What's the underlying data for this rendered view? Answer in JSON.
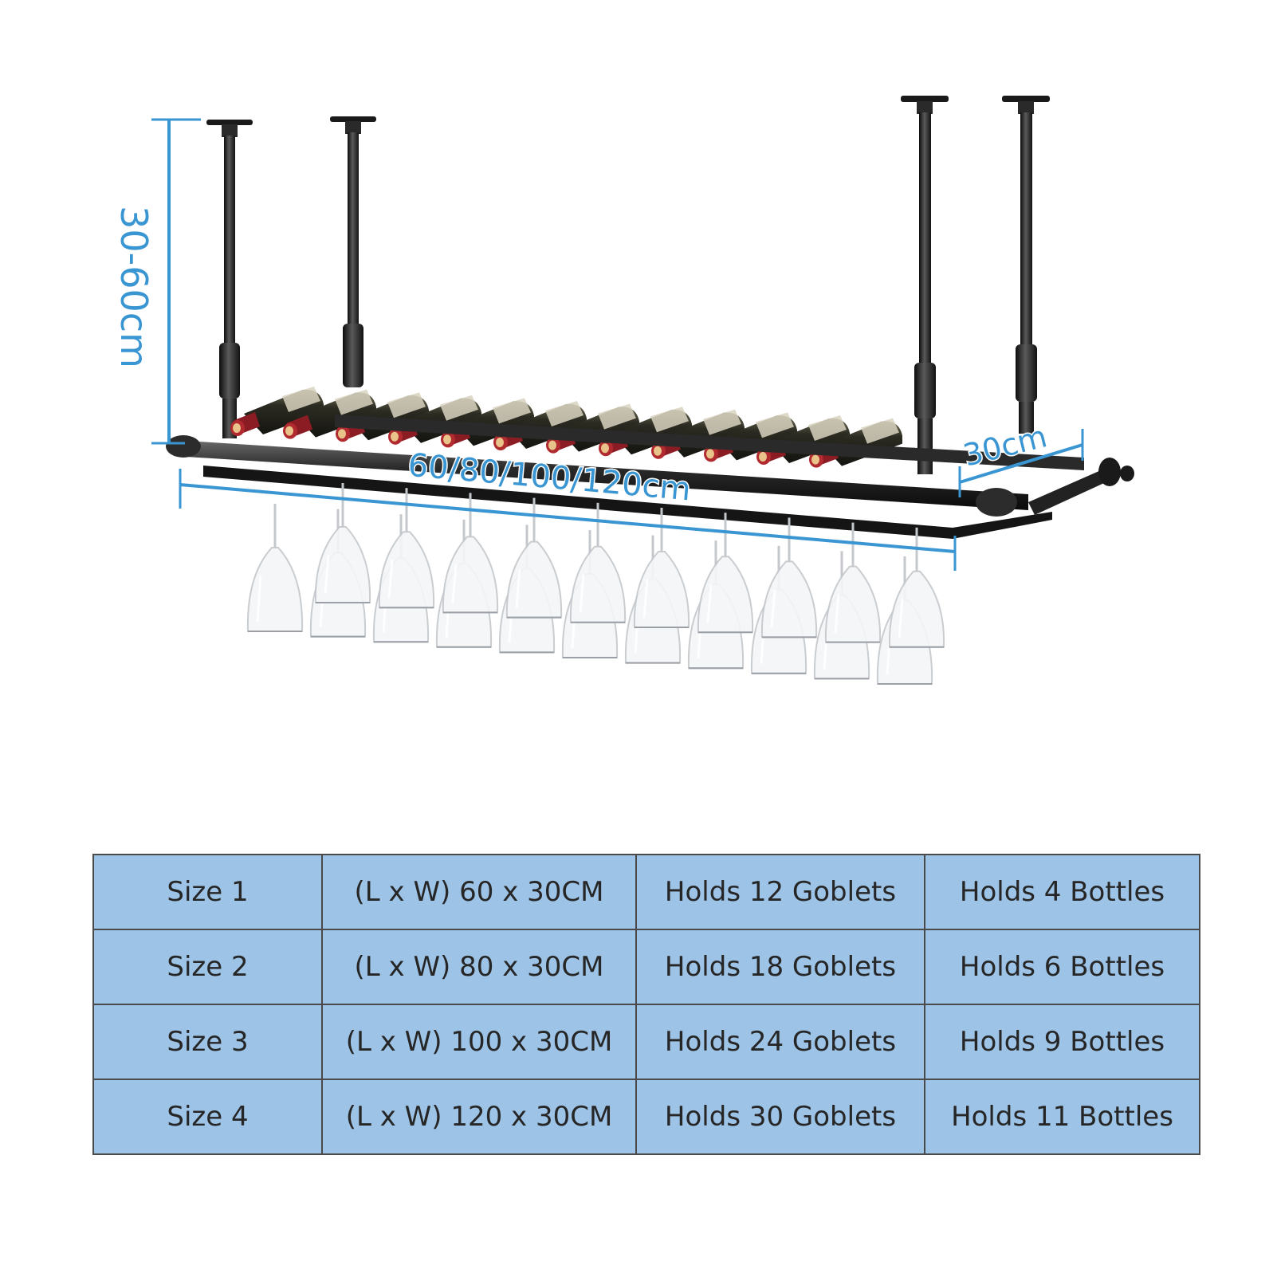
{
  "product_image": {
    "dimensions": {
      "height_label": "30-60cm",
      "length_label": "60/80/100/120cm",
      "width_label": "30cm"
    },
    "colors": {
      "dimension_lines": "#3a96d2",
      "frame": "#1f1f1f",
      "bottle_cap": "#8c1c24",
      "bottle_glass": "#2a2a22",
      "glass_outline": "#c4c8cc"
    }
  },
  "size_table": {
    "colors": {
      "cell_background": "#9dc3e6",
      "border": "#4a4a4a",
      "text": "#262626"
    },
    "rows": [
      {
        "size": "Size 1",
        "dimensions": "(L x W) 60 x 30CM",
        "goblets": "Holds 12 Goblets",
        "bottles": "Holds 4 Bottles"
      },
      {
        "size": "Size 2",
        "dimensions": "(L x W) 80 x 30CM",
        "goblets": "Holds 18 Goblets",
        "bottles": "Holds 6 Bottles"
      },
      {
        "size": "Size 3",
        "dimensions": "(L x W) 100 x 30CM",
        "goblets": "Holds 24 Goblets",
        "bottles": "Holds 9 Bottles"
      },
      {
        "size": "Size 4",
        "dimensions": "(L x W) 120 x 30CM",
        "goblets": "Holds 30 Goblets",
        "bottles": "Holds 11 Bottles"
      }
    ]
  }
}
